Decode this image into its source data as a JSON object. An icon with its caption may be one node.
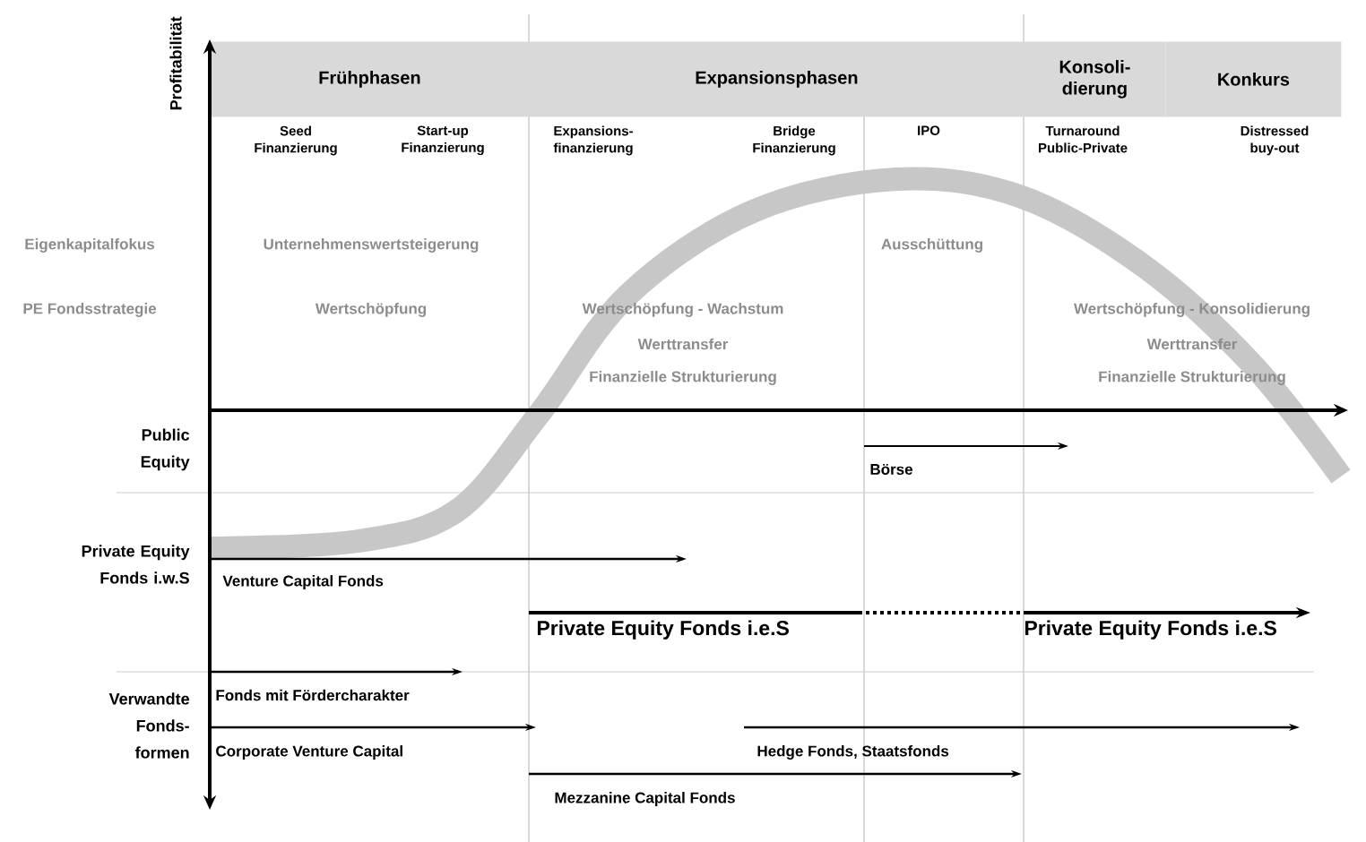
{
  "diagram": {
    "nodes": [
      {
        "text": [
          "Frühphasen"
        ]
      },
      {
        "text": [
          "Expansionsphasen"
        ]
      },
      {
        "text": [
          "Konsoli- dierung"
        ]
      },
      {
        "text": [
          "Konkurs"
        ]
      },
      {
        "text": [
          "Private Equity Fonds i.e.S"
        ]
      },
      {
        "text": [
          "Private Equity Fonds i.e.S"
        ]
      }
    ],
    "edges": [
      {
        "from": 4,
        "to": 5,
        "arrow": "to"
      }
    ],
    "labels": [
      "Profitabilität",
      "Seed Finanzierung",
      "Start-up Finanzierung",
      "Expansions- finanzierung",
      "Bridge Finanzierung",
      "IPO",
      "Turnaround Public-Private",
      "Distressed buy-out",
      "Eigenkapitalfokus",
      "Unternehmenswertsteigerung",
      "Ausschüttung",
      "PE Fondsstrategie",
      "Wertschöpfung",
      "Wertschöpfung - Wachstum",
      "Wertschöpfung - Konsolidierung",
      "Werttransfer",
      "Werttransfer",
      "Finanzielle Strukturierung",
      "Finanzielle Strukturierung",
      "Public Equity",
      "Börse",
      "Private Equity Fonds i.w.S",
      "Venture Capital Fonds",
      "Verwandte Fonds- formen",
      "Fonds mit Fördercharakter",
      "Corporate Venture Capital",
      "Hedge Fonds, Staatsfonds",
      "Mezzanine Capital Fonds"
    ]
  }
}
